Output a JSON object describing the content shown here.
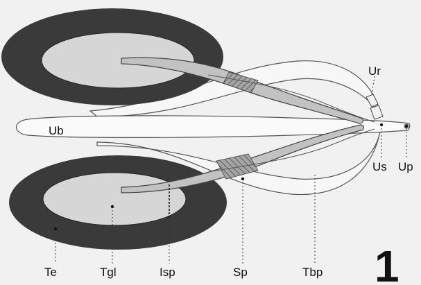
{
  "figure": {
    "number": "1",
    "labels": {
      "ub": "Ub",
      "ur": "Ur",
      "us": "Us",
      "up": "Up",
      "te": "Te",
      "tgl": "Tgl",
      "isp": "Isp",
      "sp": "Sp",
      "tbp": "Tbp"
    }
  },
  "colors": {
    "background": "#f1f1f1",
    "tunica": "#3a3a3a",
    "testis_core": "#d6d6d6",
    "duct": "#c2c2c2",
    "crosshatch": "#8a8a8a",
    "outline": "#444444"
  }
}
